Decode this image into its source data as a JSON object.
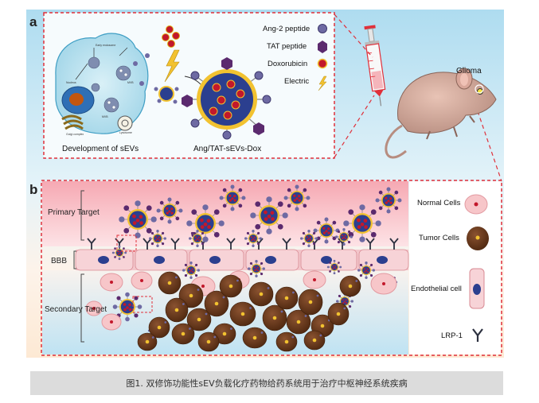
{
  "panel_a": {
    "letter": "a",
    "legend": [
      {
        "label": "Ang-2 peptide",
        "icon": "ang2-peptide-icon"
      },
      {
        "label": "TAT peptide",
        "icon": "tat-peptide-icon"
      },
      {
        "label": "Doxorubicin",
        "icon": "doxorubicin-icon"
      },
      {
        "label": "Electric",
        "icon": "electric-icon"
      }
    ],
    "cell_label": "Development of sEVs",
    "particle_label": "Ang/TAT-sEVs-Dox",
    "organelles": [
      "Early endosome",
      "Nucleus",
      "MVB",
      "MVB",
      "Golgi complex",
      "Lysosome"
    ],
    "mouse_label": "Glioma"
  },
  "panel_b": {
    "letter": "b",
    "primary_target": "Primary Target",
    "bbb": "BBB",
    "secondary_target": "Secondary Target",
    "legend": [
      {
        "label": "Normal Cells"
      },
      {
        "label": "Tumor Cells"
      },
      {
        "label": "Endothelial cell"
      },
      {
        "label": "LRP-1"
      }
    ]
  },
  "colors": {
    "background_top": "#bfe3f3",
    "background_bottom": "#fff3e6",
    "dashed_border": "#e0303a",
    "tumor": "#6b3a1e",
    "peptide_purple": "#5b2a6e",
    "dox_red": "#c2182b",
    "normal_cell": "#f7c6c9"
  },
  "caption": "图1. 双修饰功能性sEV负载化疗药物给药系统用于治疗中枢神经系统疾病"
}
